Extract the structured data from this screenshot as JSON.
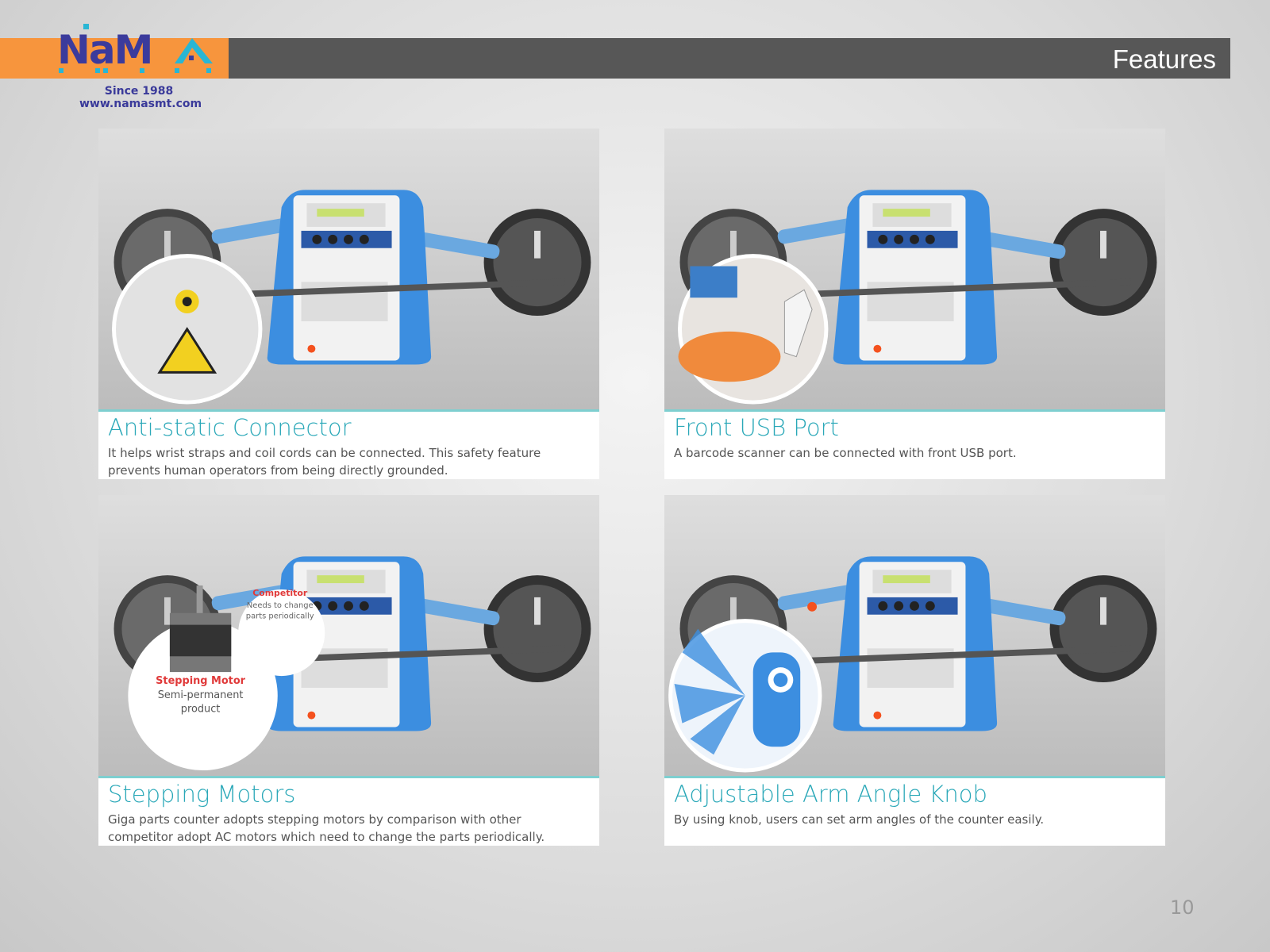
{
  "header": {
    "title": "Features"
  },
  "logo": {
    "text": "NaMA",
    "since": "Since 1988",
    "url": "www.namasmt.com"
  },
  "panels": [
    {
      "title": "Anti-static Connector",
      "desc": "It helps wrist straps and coil cords can be connected. This safety feature prevents human operators from being directly grounded.",
      "inset": "anti-static-connector"
    },
    {
      "title": "Front USB Port",
      "desc": "A barcode scanner can be connected with front USB port.",
      "inset": "barcode-scanner"
    },
    {
      "title": "Stepping Motors",
      "desc": "Giga parts counter adopts stepping motors by comparison with other competitor adopt AC motors which need to change the parts periodically.",
      "inset": "stepping-motor",
      "callout": {
        "competitor_title": "Competitor",
        "competitor_text1": "Needs to change",
        "competitor_text2": "parts periodically",
        "motor_title": "Stepping Motor",
        "motor_text1": "Semi-permanent",
        "motor_text2": "product"
      }
    },
    {
      "title": "Adjustable Arm Angle Knob",
      "desc": "By using knob, users can set arm angles of the counter easily.",
      "inset": "arm-angle-knob"
    }
  ],
  "colors": {
    "accent": "#2aa8b8",
    "orange": "#f7953d",
    "bar": "#575757",
    "machine_blue": "#3c8ee0",
    "callout_red": "#e03a3a"
  },
  "page_number": "10"
}
